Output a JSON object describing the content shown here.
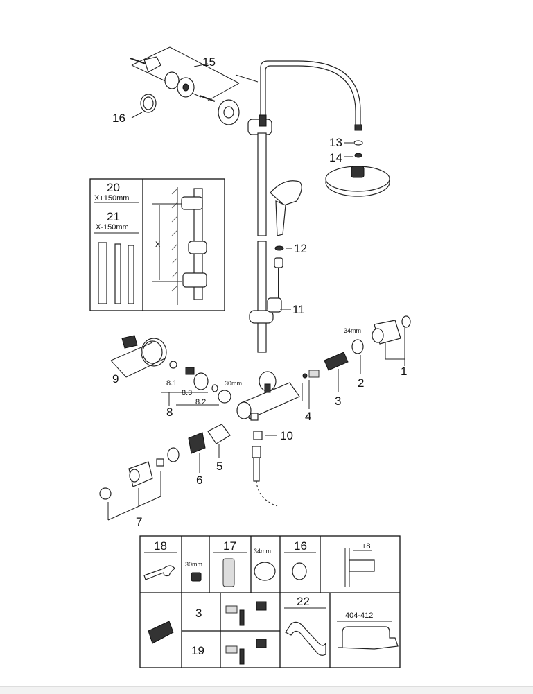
{
  "callouts": {
    "c15": "15",
    "c16": "16",
    "c13": "13",
    "c14": "14",
    "c12": "12",
    "c11": "11",
    "c1": "1",
    "c2": "2",
    "c3": "3",
    "c4": "4",
    "c5": "5",
    "c6": "6",
    "c7": "7",
    "c8": "8",
    "c8_1": "8.1",
    "c8_2": "8.2",
    "c8_3": "8.3",
    "c9": "9",
    "c10": "10"
  },
  "dimensions": {
    "nut_34": "34mm",
    "nut_30": "30mm"
  },
  "inset_extension": {
    "part20": "20",
    "part20_spec": "X+150mm",
    "part21": "21",
    "part21_spec": "X-150mm",
    "x_label": "X"
  },
  "tools_table": {
    "r1": {
      "part18": "18",
      "nut_30": "30mm",
      "part17": "17",
      "nut_34": "34mm",
      "part16": "16",
      "offset": "+8"
    },
    "r2": {
      "part3": "3",
      "part19": "19",
      "part22": "22",
      "range": "404-412"
    }
  },
  "icons": [
    "wrench-icon",
    "nut-icon",
    "cartridge-icon",
    "ring-icon",
    "wall-mount-icon",
    "thermostat-cartridge-icon",
    "shower-arm-icon"
  ]
}
